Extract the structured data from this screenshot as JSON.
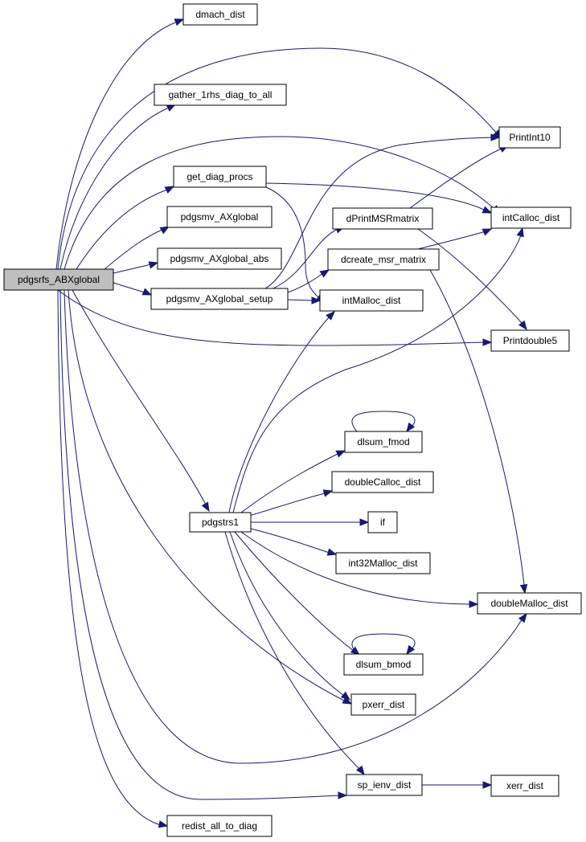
{
  "nodes": {
    "root": "pdgsrfs_ABXglobal",
    "dmach": "dmach_dist",
    "gather": "gather_1rhs_diag_to_all",
    "getdiag": "get_diag_procs",
    "axglobal": "pdgsmv_AXglobal",
    "axabs": "pdgsmv_AXglobal_abs",
    "axsetup": "pdgsmv_AXglobal_setup",
    "pdgstrs1": "pdgstrs1",
    "redist": "redist_all_to_diag",
    "printint10": "PrintInt10",
    "intcalloc": "intCalloc_dist",
    "dprintmsr": "dPrintMSRmatrix",
    "dcreatemsr": "dcreate_msr_matrix",
    "intmalloc": "intMalloc_dist",
    "printdouble5": "Printdouble5",
    "dlsumfmod": "dlsum_fmod",
    "doublecalloc": "doubleCalloc_dist",
    "if": "if",
    "int32malloc": "int32Malloc_dist",
    "doublemalloc": "doubleMalloc_dist",
    "dlsumbmod": "dlsum_bmod",
    "pxerr": "pxerr_dist",
    "spienv": "sp_ienv_dist",
    "xerr": "xerr_dist"
  },
  "colors": {
    "edge": "#191970",
    "root_fill": "#bfbfbf",
    "node_fill": "#ffffff",
    "node_stroke": "#000000"
  }
}
